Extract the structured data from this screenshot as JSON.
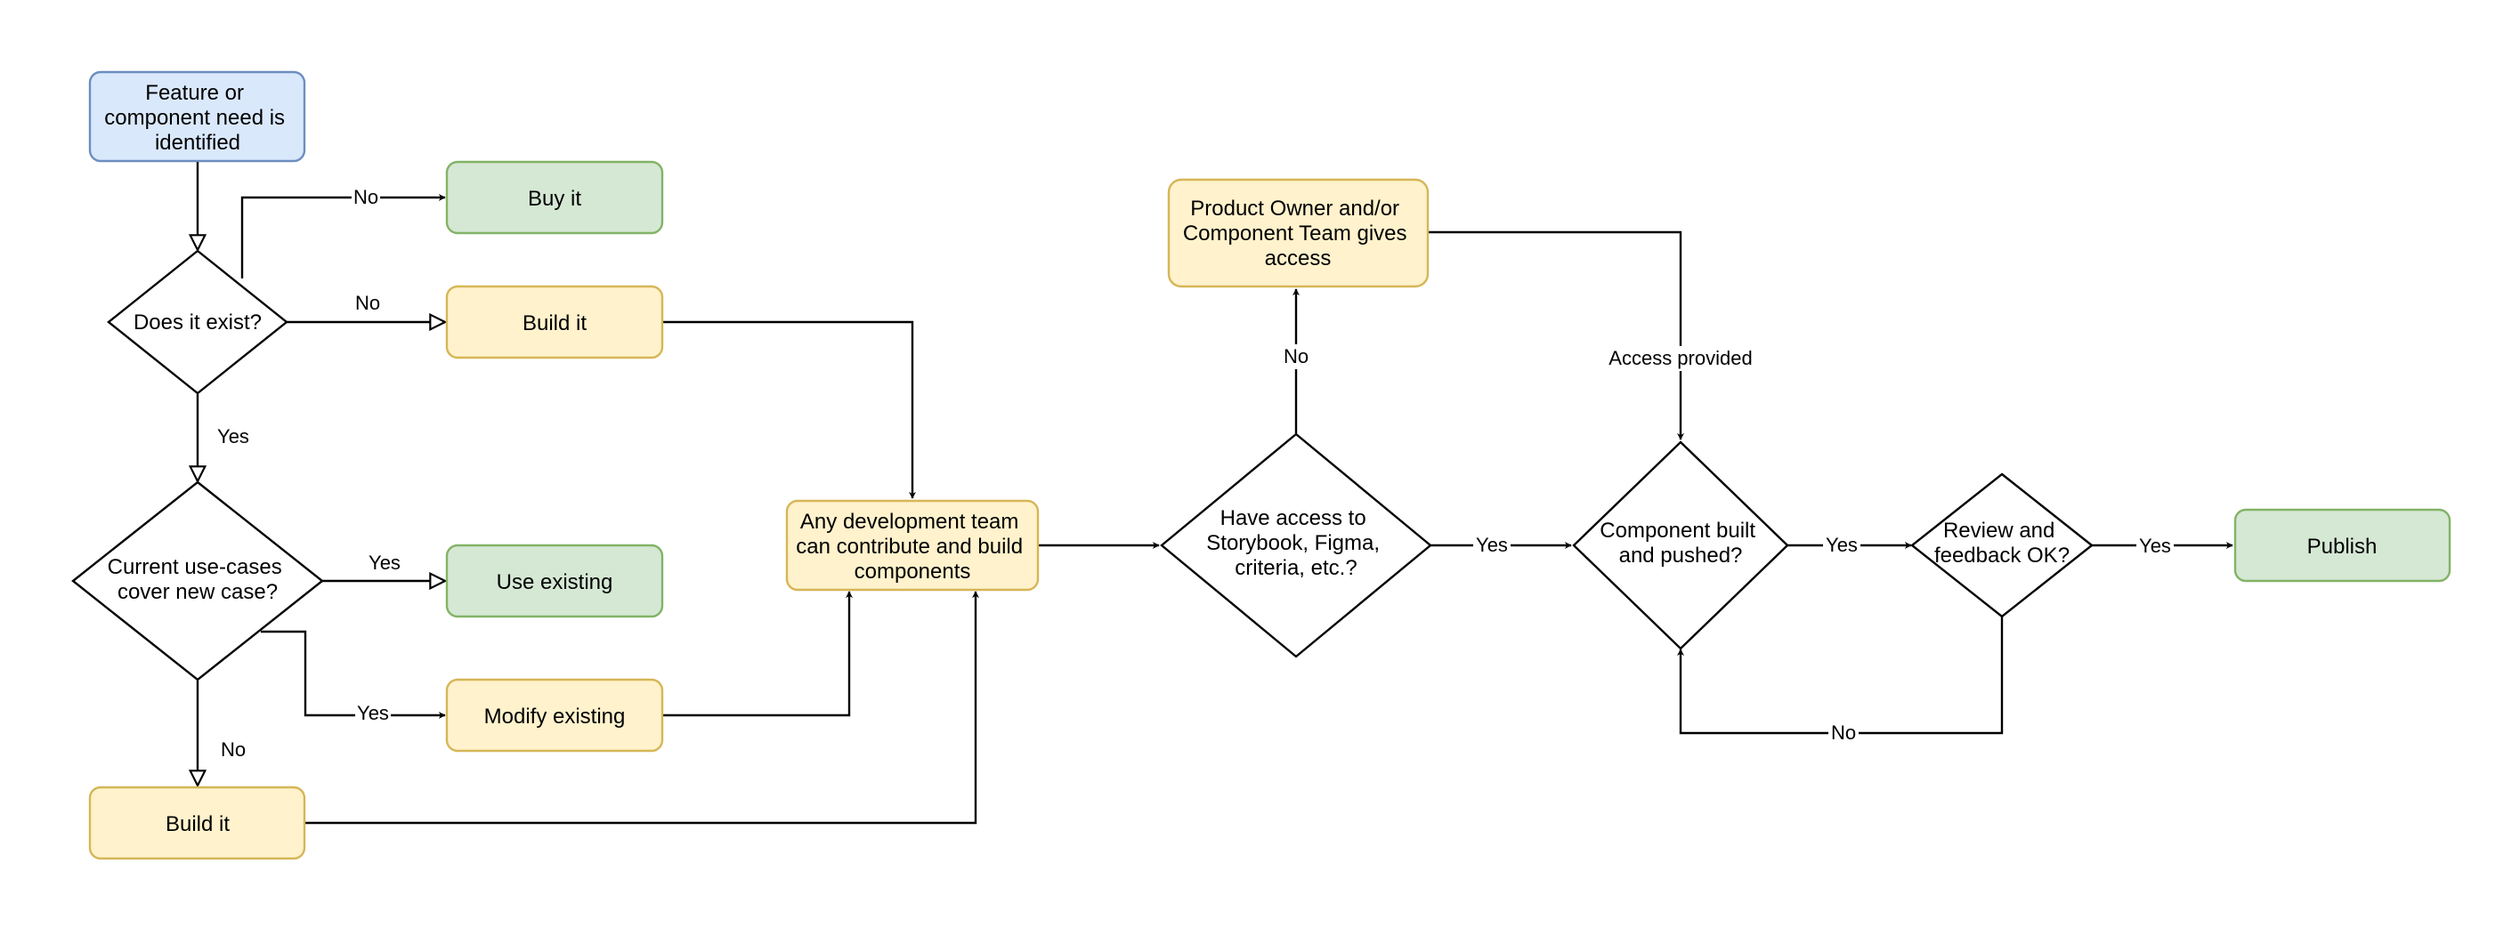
{
  "colors": {
    "blue_fill": "#dae8fc",
    "blue_stroke": "#6c8ebf",
    "green_fill": "#d5e8d4",
    "green_stroke": "#82b366",
    "yellow_fill": "#fff2cc",
    "yellow_stroke": "#d6b656",
    "decision_fill": "#ffffff",
    "decision_stroke": "#000000",
    "edge": "#000000"
  },
  "nodes": {
    "start": [
      "Feature or",
      "component need is",
      "identified"
    ],
    "buy": [
      "Buy it"
    ],
    "exist": [
      "Does it exist?"
    ],
    "build_top": [
      "Build it"
    ],
    "usecase": [
      "Current use-cases",
      "cover new case?"
    ],
    "use_existing": [
      "Use existing"
    ],
    "modify": [
      "Modify existing"
    ],
    "build_bottom": [
      "Build it"
    ],
    "any_team": [
      "Any development team",
      "can contribute and build",
      "components"
    ],
    "product_owner": [
      "Product Owner and/or",
      "Component Team gives",
      "access"
    ],
    "access": [
      "Have access to",
      "Storybook, Figma,",
      "criteria, etc.?"
    ],
    "built": [
      "Component built",
      "and pushed?"
    ],
    "review": [
      "Review and",
      "feedback OK?"
    ],
    "publish": [
      "Publish"
    ]
  },
  "edges": {
    "exist_buy": "No",
    "exist_build": "No",
    "exist_usecase": "Yes",
    "usecase_use": "Yes",
    "usecase_modify": "Yes",
    "usecase_build": "No",
    "access_owner": "No",
    "owner_built": "Access provided",
    "access_built": "Yes",
    "built_review": "Yes",
    "review_publish": "Yes",
    "review_built": "No"
  }
}
